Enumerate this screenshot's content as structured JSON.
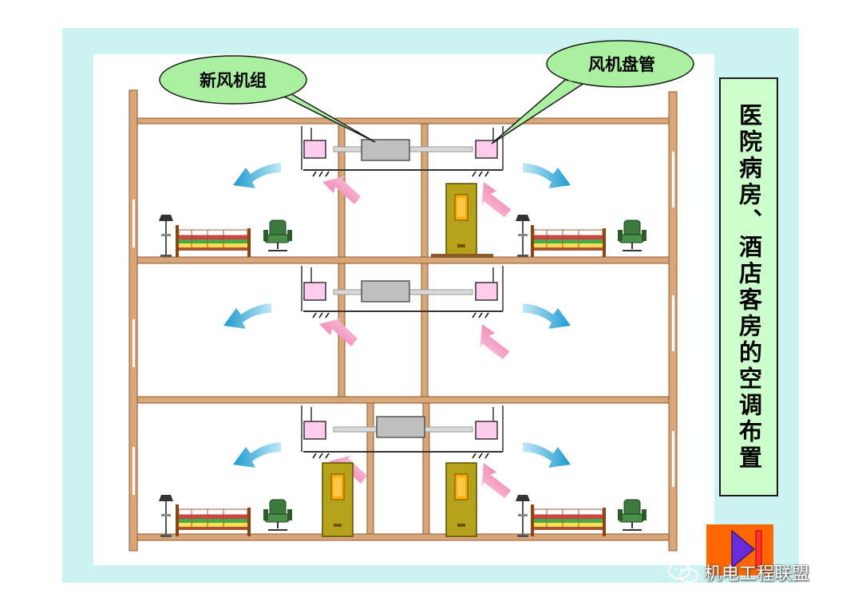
{
  "labels": {
    "fresh_air_unit": "新风机组",
    "fan_coil": "风机盘管"
  },
  "side_title": "医院病房、酒店客房的空调布置",
  "watermark": {
    "text": "机电工程联盟",
    "icon": "wechat-icon"
  },
  "nav": {
    "next_icon": "play-next-icon"
  },
  "colors": {
    "frame": "#ccf2f2",
    "wall": "#d9a679",
    "title_box": "#ccffcc",
    "bubble": "#aaf0a0",
    "fan_coil": "#ffccee",
    "duct_unit": "#bfbfbf",
    "door": "#b5a11a",
    "supply_arrow": "#3fb3d9",
    "return_arrow": "#f28ab8",
    "nav_button": "#ff6600"
  }
}
